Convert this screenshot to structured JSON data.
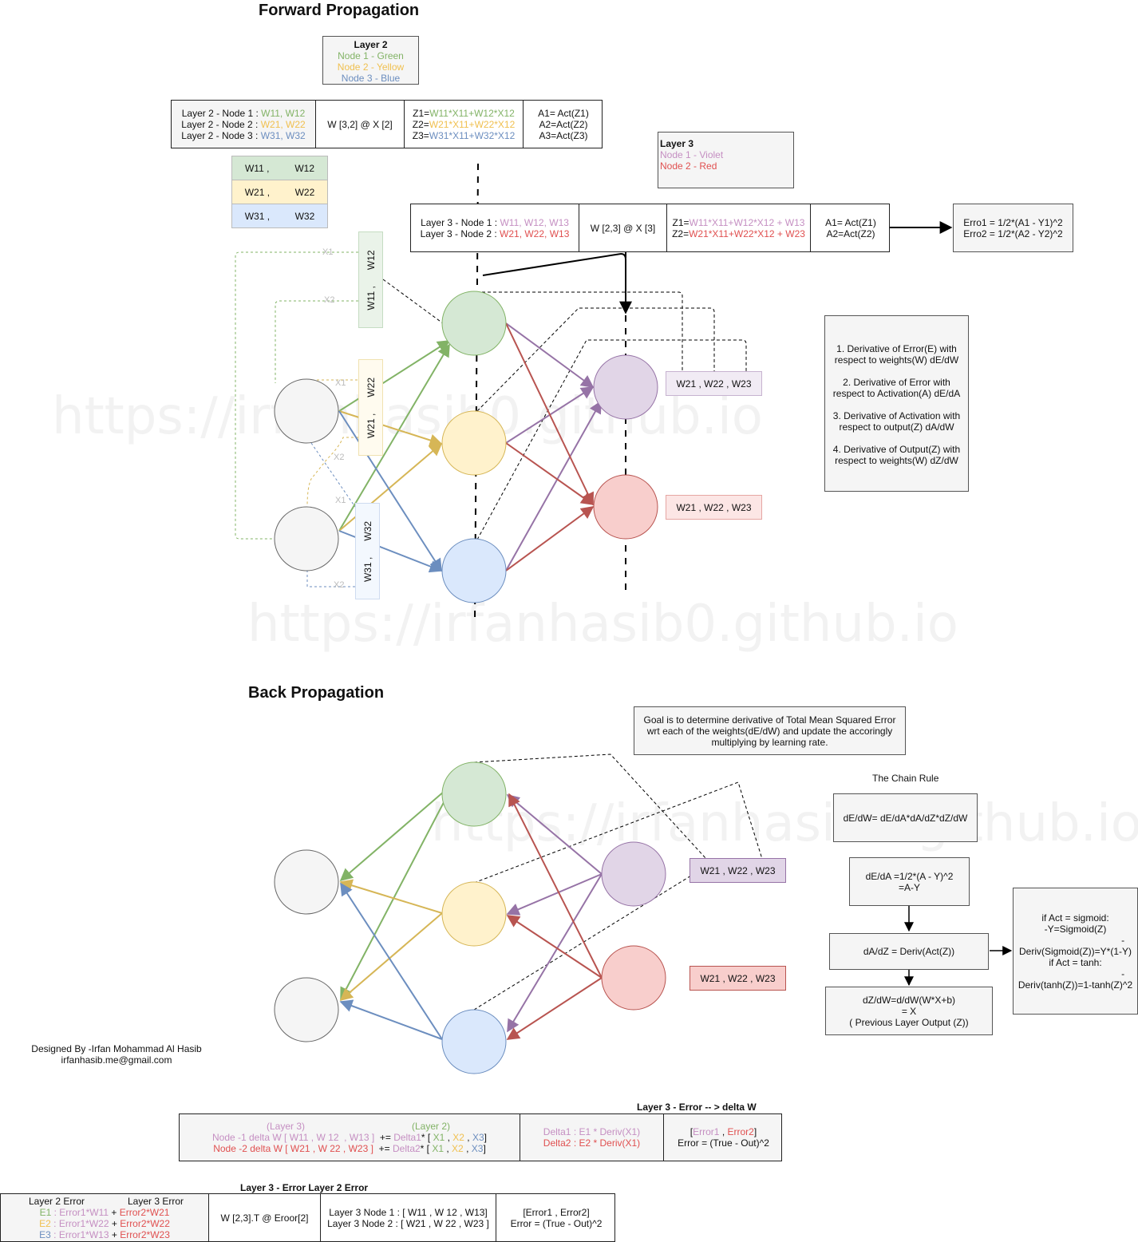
{
  "forward": {
    "title": "Forward Propagation",
    "layer2_legend": {
      "title": "Layer 2",
      "n1": "Node 1 - Green",
      "n2": "Node 2 - Yellow",
      "n3": "Node 3 - Blue"
    },
    "layer3_legend": {
      "title": "Layer 3",
      "n1": "Node 1 - Violet",
      "n2": "Node 2 - Red"
    },
    "l2_table": {
      "r1_label": "Layer 2 - Node 1 : ",
      "r1_w": "W11, W12",
      "r2_label": "Layer 2 - Node 2 : ",
      "r2_w": "W21, W22",
      "r3_label": "Layer 2 - Node 3 : ",
      "r3_w": "W31, W32",
      "op": "W [3,2] @ X [2]",
      "z1_a": "Z1=",
      "z1_b": "W11*X11+W12*X12",
      "z2_a": "Z2=",
      "z2_b": "W21*X11+W22*X12",
      "z3_a": "Z3=",
      "z3_b": "W31*X11+W32*X12",
      "a1": "A1= Act(Z1)",
      "a2": "A2=Act(Z2)",
      "a3": "A3=Act(Z3)"
    },
    "weights_stack": [
      {
        "a": "W11 ,",
        "b": "W12"
      },
      {
        "a": "W21 ,",
        "b": "W22"
      },
      {
        "a": "W31 ,",
        "b": "W32"
      }
    ],
    "l3_table": {
      "r1_label": "Layer 3 - Node 1 : ",
      "r1_w": "W11, W12, W13",
      "r2_label": "Layer 3 - Node 2 : ",
      "r2_w": "W21, W22, W13",
      "op": "W [2,3] @ X [3]",
      "z1_a": "Z1=",
      "z1_b": "W11*X11+W12*X12 + W13",
      "z2_a": "Z2=",
      "z2_b": "W21*X11+W22*X12 + W23",
      "a1": "A1= Act(Z1)",
      "a2": "A2=Act(Z2)"
    },
    "errors": {
      "e1": "Erro1 = 1/2*(A1 - Y1)^2",
      "e2": "Erro2 = 1/2*(A2 - Y2)^2"
    },
    "derivatives": [
      "1. Derivative of Error(E) with respect to weights(W) dE/dW",
      "2. Derivative of Error with respect to Activation(A) dE/dA",
      "3. Derivative of Activation with respect to output(Z) dA/dW",
      "4. Derivative of Output(Z) with respect to weights(W) dZ/dW"
    ],
    "vertical_weights": {
      "green": {
        "a": "W11 ,",
        "b": "W12"
      },
      "yellow": {
        "a": "W21 ,",
        "b": "W22"
      },
      "blue": {
        "a": "W31 ,",
        "b": "W32"
      }
    },
    "x_labels": {
      "x1": "X1",
      "x2": "X2"
    },
    "node_weight_label_violet": "W21 , W22 , W23",
    "node_weight_label_red": "W21 , W22 , W23"
  },
  "back": {
    "title": "Back Propagation",
    "goal": "Goal is to determine derivative of Total Mean Squared Error wrt each of the weights(dE/dW) and update the accoringly multiplying by learning rate.",
    "chain_rule_title": "The Chain Rule",
    "chain": "dE/dW= dE/dA*dA/dZ*dZ/dW",
    "de_da_1": "dE/dA =1/2*(A - Y)^2",
    "de_da_2": "=A-Y",
    "da_dz": "dA/dZ = Deriv(Act(Z))",
    "dz_dw_1": "dZ/dW=d/dW(W*X+b)",
    "dz_dw_2": "= X",
    "dz_dw_3": "( Previous Layer Output (Z))",
    "act_1": "if Act = sigmoid:",
    "act_2": "-Y=Sigmoid(Z)",
    "act_3": "-",
    "act_4": "Deriv(Sigmoid(Z))=Y*(1-Y)",
    "act_5": "if Act = tanh:",
    "act_6": "-",
    "act_7": "Deriv(tanh(Z))=1-tanh(Z)^2",
    "node_weight_label_violet": "W21 , W22 , W23",
    "node_weight_label_red": "W21 , W22 , W23"
  },
  "credits": {
    "line1": "Designed By  -Irfan Mohammad Al Hasib",
    "line2": "irfanhasib.me@gmail.com"
  },
  "delta_table": {
    "caption": "Layer 3 - Error -- > delta W",
    "h1": "(Layer 3)",
    "h2": "(Layer 2)",
    "r1_pre": "Node -1 delta W [ W11 , W 12  , W13 ]",
    "r1_op": "  += ",
    "r1_d": "Delta1",
    "r1_star": "* [ ",
    "r2_pre": "Node -2 delta W [ W21 , W 22 , W23 ]",
    "r2_op": "  += ",
    "r2_d": "Delta2",
    "r2_star": "* [ ",
    "x1": "X1",
    "sep": " , ",
    "x2": "X2",
    "x3": "X3",
    "close": "]",
    "d1": "Delta1 : E1 * Deriv(X1)",
    "d2": "Delta2 : E2 * Deriv(X1)",
    "err_open": "[",
    "err1": "Error1",
    "err_sep": " , ",
    "err2": "Error2",
    "err_close": "]",
    "err_formula": "Error = (True - Out)^2"
  },
  "l2err_table": {
    "caption": "Layer 3 - Error Layer 2 Error",
    "h_a": "Layer 2 Error",
    "h_b": "Layer 3 Error",
    "r1_e": "E1",
    "r1_a": " : Error1*W11",
    "r1_b": "Error2*W21",
    "r2_e": "E2",
    "r2_a": " : Error1*W22",
    "r2_b": "Error2*W22",
    "r3_e": "E3",
    "r3_a": " : Error1*W13",
    "r3_b": "Error2*W23",
    "plus": " + ",
    "op": "W [2,3].T @ Eroor[2]",
    "n1": "Layer 3 Node 1 : [ W11 , W 12  , W13]",
    "n2": "Layer 3 Node 2 : [ W21 , W 22 , W23 ]",
    "e_line1": "[Error1 , Error2]",
    "e_line2": "Error = (True - Out)^2"
  },
  "watermark": "https://irfanhasib0.github.io",
  "colors": {
    "green": "#d5e8d4",
    "green_stroke": "#82b366",
    "yellow": "#fff2cc",
    "yellow_stroke": "#d6b656",
    "blue": "#dae8fc",
    "blue_stroke": "#6c8ebf",
    "violet": "#e1d5e7",
    "violet_stroke": "#9673a6",
    "red": "#f8cecc",
    "red_stroke": "#b85450"
  }
}
